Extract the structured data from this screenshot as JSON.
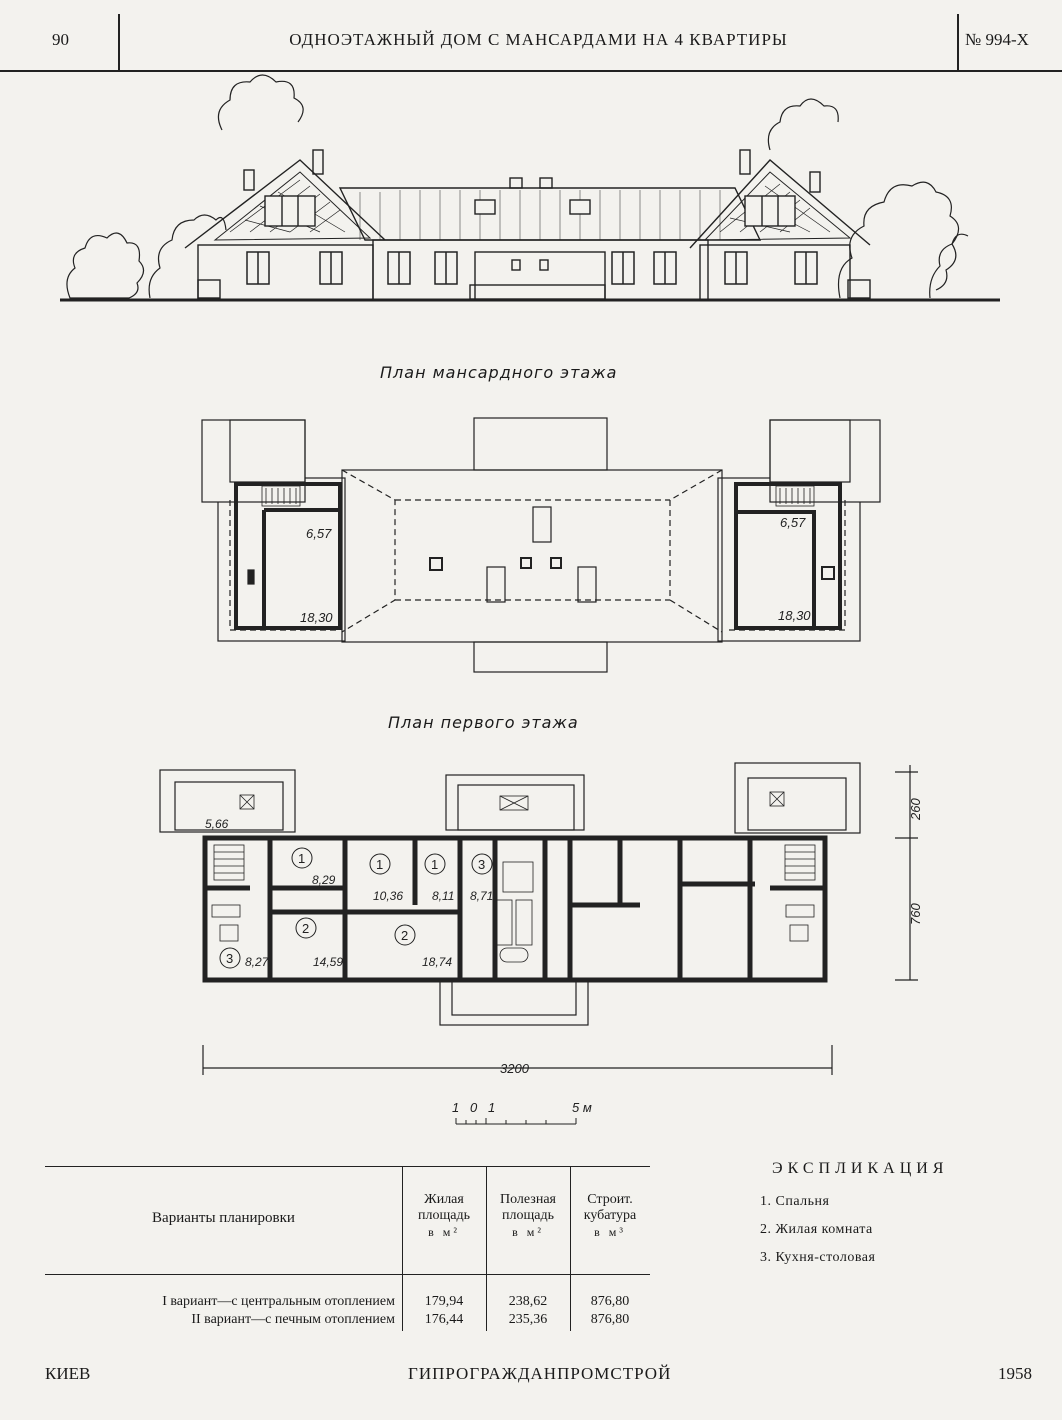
{
  "header": {
    "page_number": "90",
    "title": "ОДНОЭТАЖНЫЙ ДОМ С МАНСАРДАМИ НА 4 КВАРТИРЫ",
    "project_number": "№ 994-Х"
  },
  "attic_plan": {
    "caption": "План мансардного этажа",
    "areas": [
      "6,57",
      "18,30",
      "6,57",
      "18,30"
    ]
  },
  "ground_plan": {
    "caption": "План первого этажа",
    "areas": [
      "5,66",
      "8,29",
      "10,36",
      "8,11",
      "8,71",
      "14,59",
      "18,74",
      "8,27"
    ],
    "room_markers": [
      "1",
      "1",
      "1",
      "3",
      "2",
      "2",
      "3"
    ],
    "dim_width": "3200",
    "dim_depth": "760",
    "dim_porch": "260"
  },
  "scale_bar": {
    "ticks": [
      "1",
      "0",
      "1"
    ],
    "end_label": "5 м"
  },
  "table": {
    "row_header": "Варианты планировки",
    "columns": [
      {
        "lines": [
          "Жилая",
          "площадь"
        ],
        "unit": "в м²"
      },
      {
        "lines": [
          "Полезная",
          "площадь"
        ],
        "unit": "в м²"
      },
      {
        "lines": [
          "Строит.",
          "кубатура"
        ],
        "unit": "в м³"
      }
    ],
    "rows": [
      {
        "label": "I вариант—с центральным отоплением",
        "values": [
          "179,94",
          "238,62",
          "876,80"
        ]
      },
      {
        "label": "II вариант—с печным отоплением",
        "values": [
          "176,44",
          "235,36",
          "876,80"
        ]
      }
    ]
  },
  "explication": {
    "title": "ЭКСПЛИКАЦИЯ",
    "items": [
      "1. Спальня",
      "2. Жилая комната",
      "3. Кухня-столовая"
    ]
  },
  "footer": {
    "city": "КИЕВ",
    "publisher": "ГИПРОГРАЖДАНПРОМСТРОЙ",
    "year": "1958"
  }
}
